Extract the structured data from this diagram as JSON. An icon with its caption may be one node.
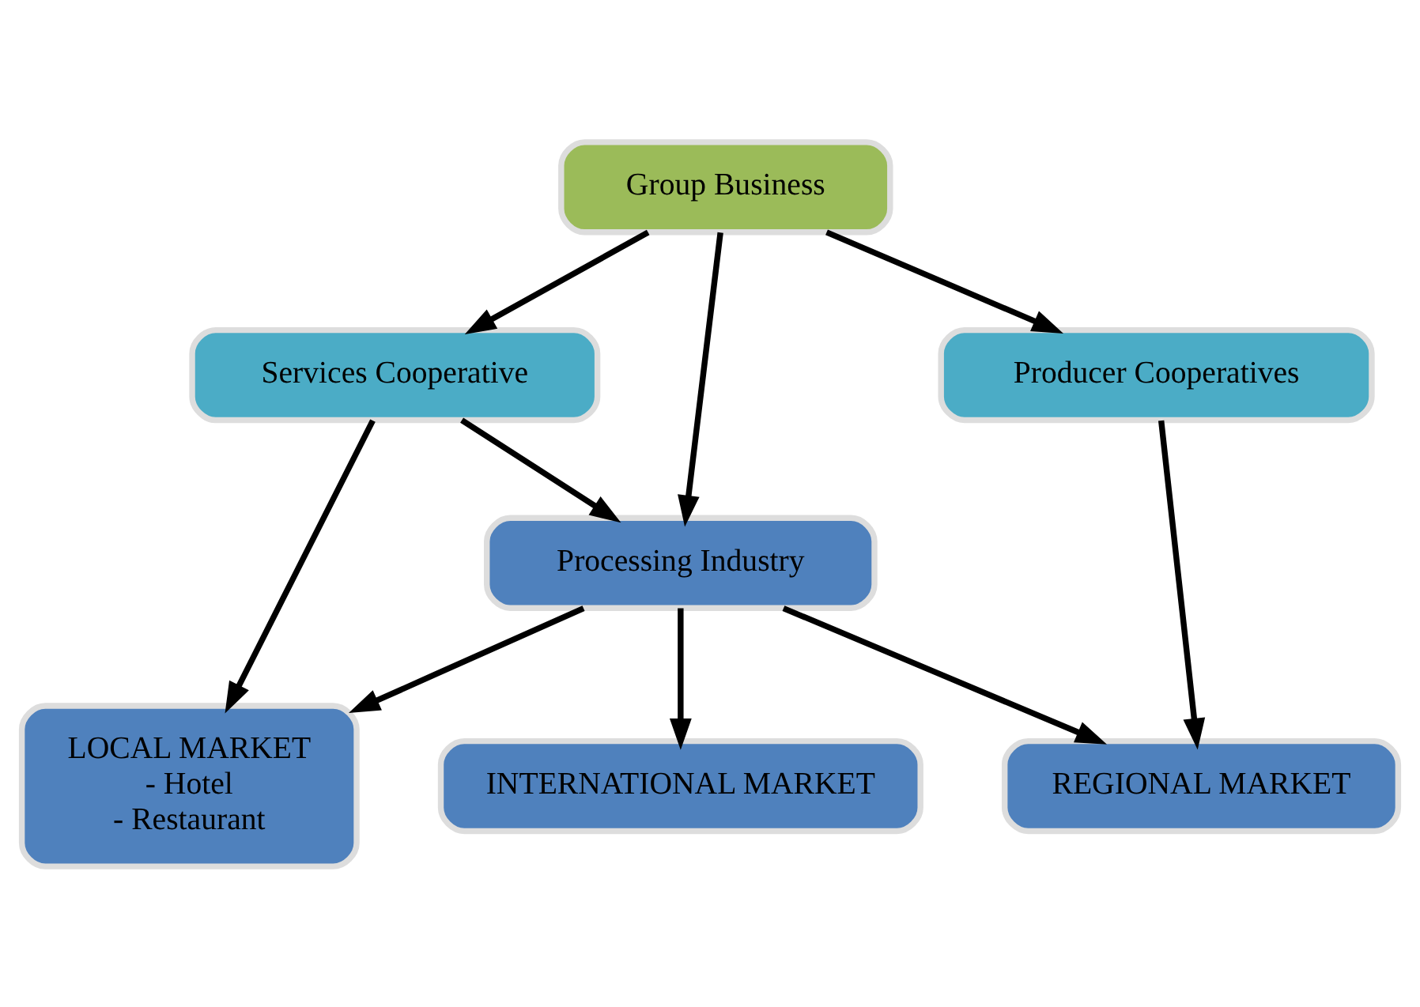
{
  "diagram": {
    "nodes": [
      {
        "text": [
          "Group Business"
        ]
      },
      {
        "text": [
          "Services Cooperative"
        ]
      },
      {
        "text": [
          "Producer Cooperatives"
        ]
      },
      {
        "text": [
          "Processing Industry"
        ]
      },
      {
        "text": [
          "LOCAL MARKET",
          "- Hotel",
          "- Restaurant"
        ]
      },
      {
        "text": [
          "REGIONAL MARKET"
        ]
      },
      {
        "text": [
          "INTERNATIONAL MARKET"
        ]
      }
    ],
    "edges": [
      {
        "from": 0,
        "to": 1,
        "arrow": "to"
      },
      {
        "from": 0,
        "to": 3,
        "arrow": "to"
      },
      {
        "from": 0,
        "to": 2,
        "arrow": "to"
      },
      {
        "from": 1,
        "to": 3,
        "arrow": "to"
      },
      {
        "from": 1,
        "to": 4,
        "arrow": "to"
      },
      {
        "from": 2,
        "to": 5,
        "arrow": "to"
      },
      {
        "from": 3,
        "to": 4,
        "arrow": "to"
      },
      {
        "from": 3,
        "to": 5,
        "arrow": "to"
      },
      {
        "from": 3,
        "to": 6,
        "arrow": "to"
      }
    ]
  }
}
